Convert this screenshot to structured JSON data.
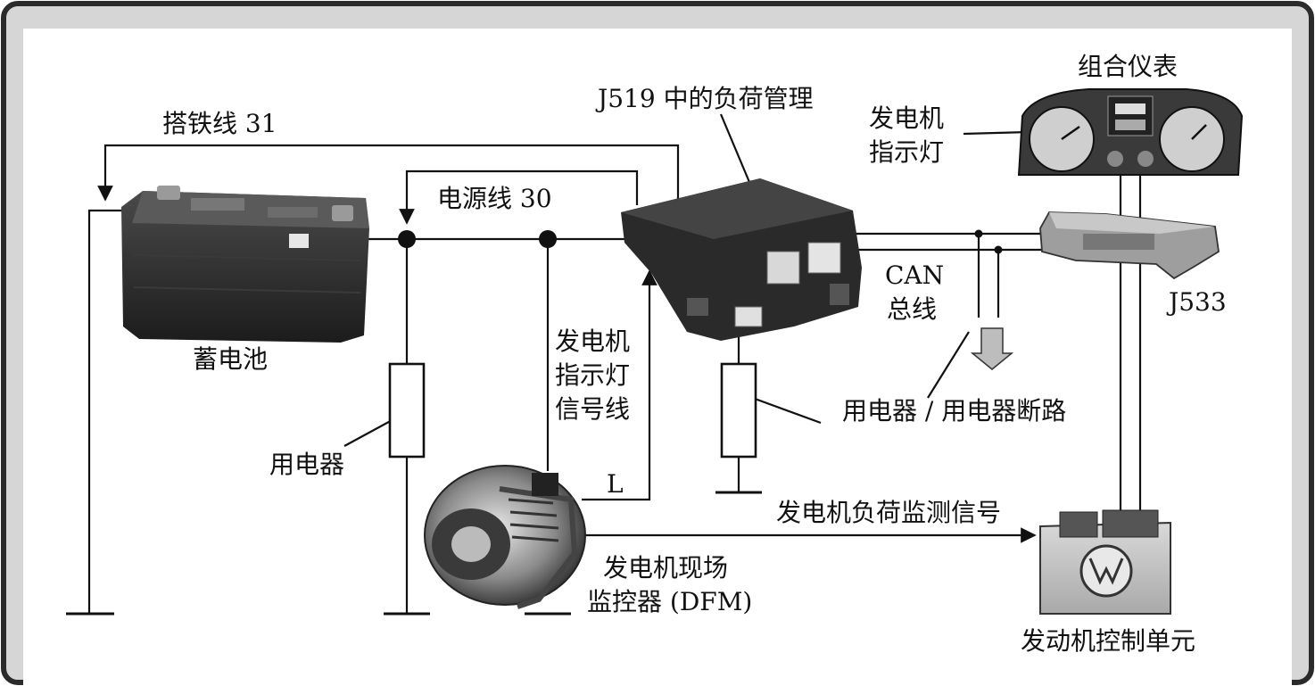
{
  "labels": {
    "ground_wire": "搭铁线 31",
    "power_wire": "电源线 30",
    "j519": "J519 中的负荷管理",
    "cluster": "组合仪表",
    "gen_lamp_1": "发电机",
    "gen_lamp_2": "指示灯",
    "can_1": "CAN",
    "can_2": "总线",
    "j533": "J533",
    "battery": "蓄电池",
    "load_left": "用电器",
    "signal_1": "发电机",
    "signal_2": "指示灯",
    "signal_3": "信号线",
    "load_right": "用电器 / 用电器断路",
    "terminal_l": "L",
    "load_signal": "发电机负荷监测信号",
    "dfm_1": "发电机现场",
    "dfm_2": "监控器 (DFM)",
    "ecu": "发动机控制单元"
  },
  "colors": {
    "frame": "#2b2b2b",
    "frame_bg": "#d6d6d6",
    "line": "#111111",
    "module_dark": "#2a2a2a",
    "arrow_fill": "#bdbdbd"
  }
}
